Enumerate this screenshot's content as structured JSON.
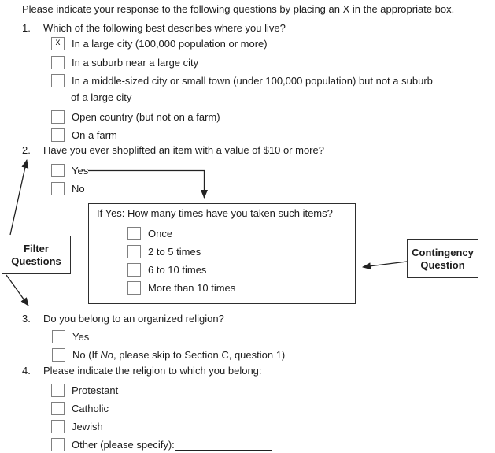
{
  "instruction": "Please indicate your response to the following questions by placing an X in the appropriate box.",
  "q1": {
    "number": "1.",
    "text": "Which of the following best describes where you live?",
    "options": [
      {
        "mark": "x",
        "label": "In a large city (100,000 population or more)"
      },
      {
        "mark": "",
        "label": "In a suburb near a large city"
      },
      {
        "mark": "",
        "label": "In a middle-sized city or small town (under 100,000 population) but not a suburb"
      },
      {
        "mark": "",
        "label": "Open country (but not on a farm)"
      },
      {
        "mark": "",
        "label": "On a farm"
      }
    ],
    "option3_continuation": "of a large city"
  },
  "q2": {
    "number": "2.",
    "text": "Have you ever shoplifted an item with a value of $10 or more?",
    "options": [
      {
        "mark": "",
        "label": "Yes"
      },
      {
        "mark": "",
        "label": "No"
      }
    ]
  },
  "contingency_box": {
    "prompt": "If Yes: How many times have you taken such items?",
    "options": [
      {
        "mark": "",
        "label": "Once"
      },
      {
        "mark": "",
        "label": "2 to 5 times"
      },
      {
        "mark": "",
        "label": "6 to 10 times"
      },
      {
        "mark": "",
        "label": "More than 10 times"
      }
    ]
  },
  "q3": {
    "number": "3.",
    "text": "Do you belong to an organized religion?",
    "options": [
      {
        "mark": "",
        "label": "Yes"
      }
    ],
    "no_option": {
      "mark": "",
      "pre": "No (If ",
      "italic": "No",
      "post": ", please skip to Section C, question 1)"
    }
  },
  "q4": {
    "number": "4.",
    "text": "Please indicate the religion to which you belong:",
    "options": [
      {
        "mark": "",
        "label": "Protestant"
      },
      {
        "mark": "",
        "label": "Catholic"
      },
      {
        "mark": "",
        "label": "Jewish"
      },
      {
        "mark": "",
        "label": "Other (please specify):"
      }
    ]
  },
  "labels": {
    "filter_box_lines": [
      "Filter",
      "Questions"
    ],
    "contingency_box_lines": [
      "Contingency",
      "Question"
    ]
  },
  "colors": {
    "background": "#ffffff",
    "text": "#1c1c1c",
    "box_border": "#2e2e2e",
    "checkbox_border": "#808080",
    "connector": "#222222"
  }
}
